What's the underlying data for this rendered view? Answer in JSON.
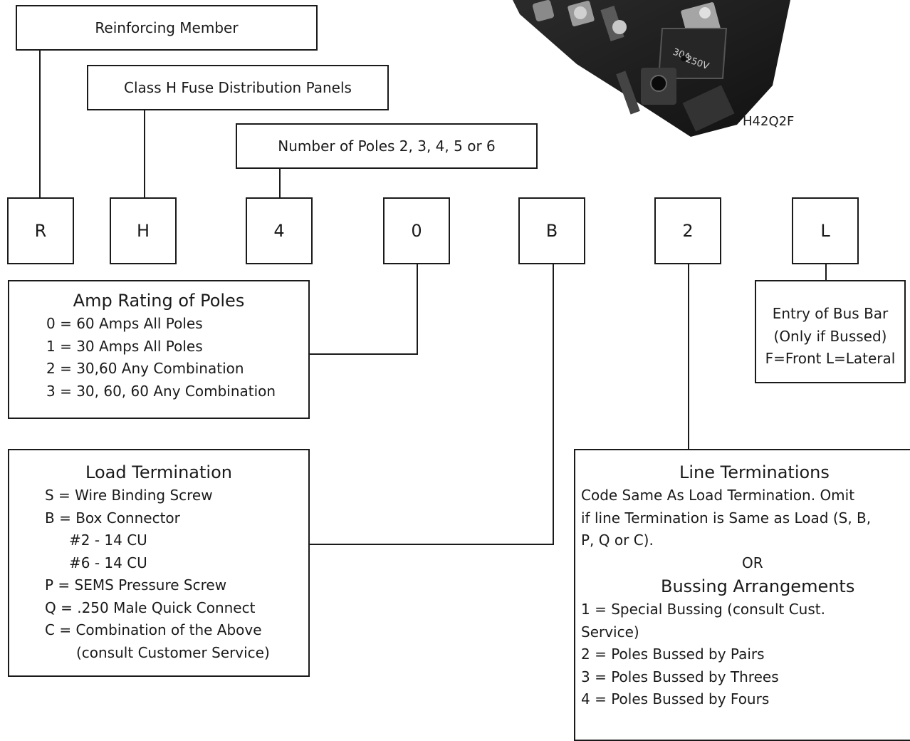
{
  "headers": {
    "reinforcing": "Reinforcing Member",
    "class_h": "Class H Fuse Distribution Panels",
    "poles": "Number of Poles 2, 3, 4, 5 or 6"
  },
  "code_chars": [
    "R",
    "H",
    "4",
    "0",
    "B",
    "2",
    "L"
  ],
  "amp_rating": {
    "title": "Amp Rating of Poles",
    "items": [
      "0 = 60 Amps All Poles",
      "1 = 30 Amps All Poles",
      "2 = 30,60 Any Combination",
      "3 = 30, 60, 60 Any Combination"
    ]
  },
  "bus_entry": {
    "lines": [
      "Entry of Bus Bar",
      "(Only if Bussed)",
      "F=Front L=Lateral"
    ]
  },
  "load_termination": {
    "title": "Load Termination",
    "items": [
      "S = Wire Binding Screw",
      "B = Box Connector",
      "#2 - 14 CU",
      "#6 - 14 CU",
      "P = SEMS Pressure Screw",
      "Q = .250 Male Quick Connect",
      "C = Combination of the Above",
      "(consult Customer Service)"
    ]
  },
  "line_terminations": {
    "title": "Line Terminations",
    "para": [
      "Code Same As Load Termination.  Omit",
      "if line Termination is Same as Load (S, B,",
      "P, Q or C)."
    ],
    "or": "OR",
    "subtitle": "Bussing Arrangements",
    "items": [
      "1 = Special Bussing (consult Cust.",
      "Service)",
      "2 = Poles Bussed by Pairs",
      "3 = Poles Bussed by Threes",
      "4 = Poles Bussed by Fours"
    ]
  },
  "photo": {
    "caption": "H42Q2F",
    "labels": [
      "30A",
      "250V"
    ]
  }
}
